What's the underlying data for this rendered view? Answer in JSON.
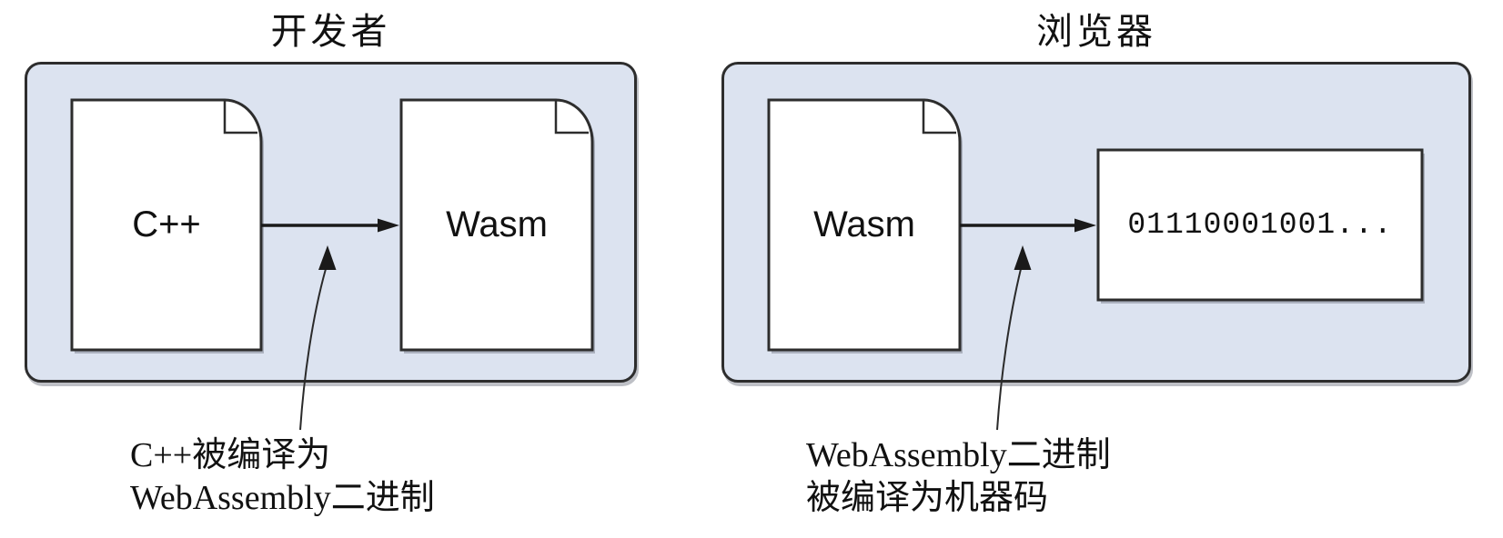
{
  "figure": {
    "colors": {
      "panel_fill": "#dce3f0",
      "stroke": "#2d2d2d",
      "background": "#ffffff"
    },
    "panels": [
      {
        "title": "开发者",
        "source_doc_label": "C++",
        "target_doc_label": "Wasm",
        "annotation_line1": "C++被编译为",
        "annotation_line2": "WebAssembly二进制"
      },
      {
        "title": "浏览器",
        "source_doc_label": "Wasm",
        "machine_code_label": "01110001001...",
        "annotation_line1": "WebAssembly二进制",
        "annotation_line2": "被编译为机器码"
      }
    ]
  }
}
